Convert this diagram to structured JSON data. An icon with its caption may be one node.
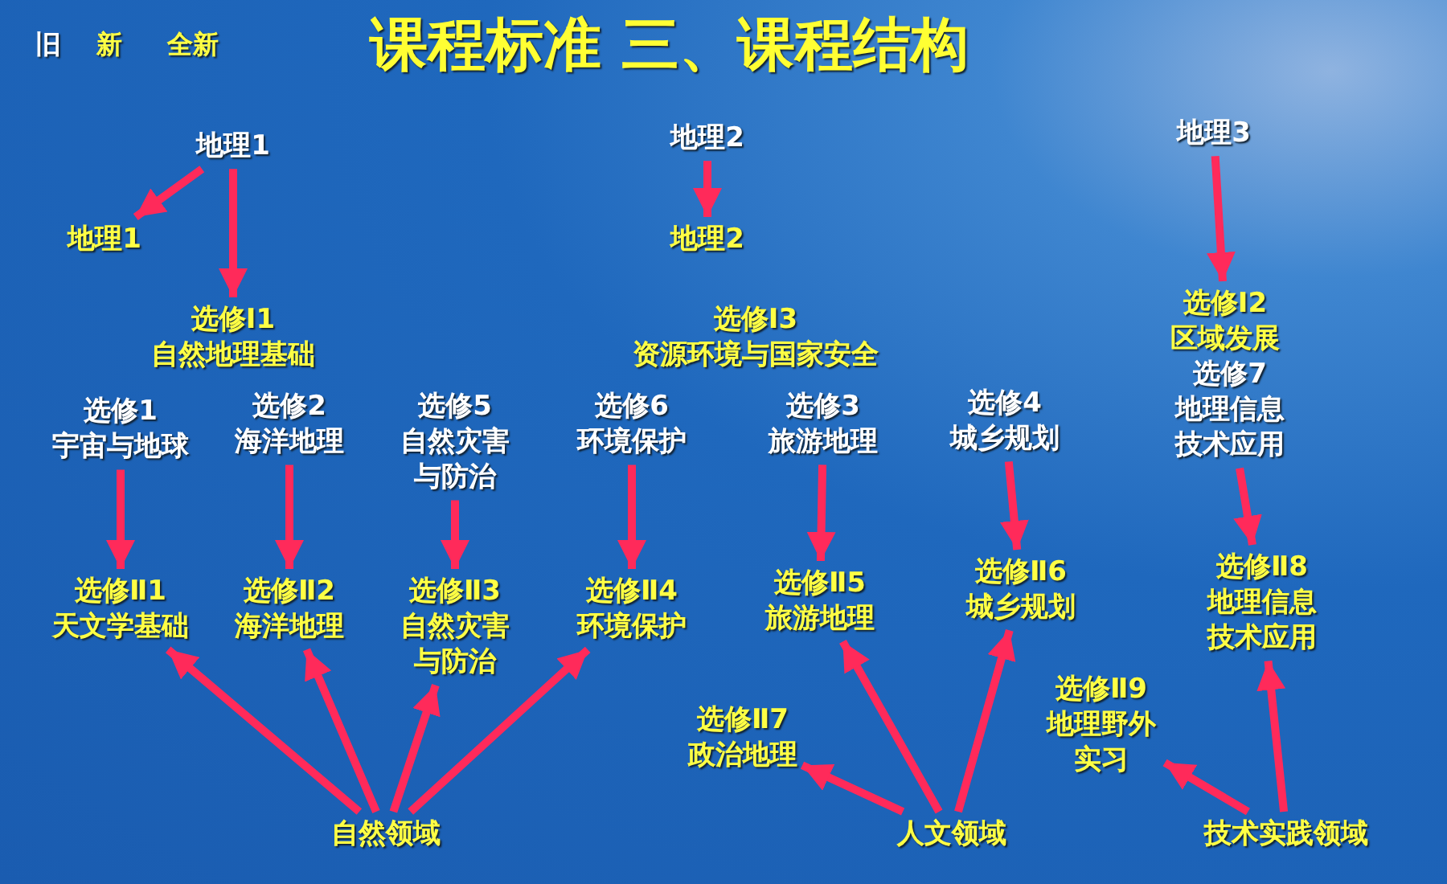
{
  "diagram": {
    "title": "课程标准 三、课程结构",
    "nodes": [
      {
        "text": [
          "地理1"
        ]
      },
      {
        "text": [
          "地理1"
        ]
      },
      {
        "text": [
          "选修Ⅰ1",
          "自然地理基础"
        ]
      },
      {
        "text": [
          "地理2"
        ]
      },
      {
        "text": [
          "地理2"
        ]
      },
      {
        "text": [
          "选修Ⅰ3",
          "资源环境与国家安全"
        ]
      },
      {
        "text": [
          "地理3"
        ]
      },
      {
        "text": [
          "选修Ⅰ2",
          "区域发展"
        ]
      },
      {
        "text": [
          "选修7",
          "地理信息技术应用"
        ]
      },
      {
        "text": [
          "选修1",
          "宇宙与地球"
        ]
      },
      {
        "text": [
          "选修2",
          "海洋地理"
        ]
      },
      {
        "text": [
          "选修5",
          "自然灾害与防治"
        ]
      },
      {
        "text": [
          "选修6",
          "环境保护"
        ]
      },
      {
        "text": [
          "选修3",
          "旅游地理"
        ]
      },
      {
        "text": [
          "选修4",
          "城乡规划"
        ]
      },
      {
        "text": [
          "选修Ⅱ1",
          "天文学基础"
        ]
      },
      {
        "text": [
          "选修Ⅱ2",
          "海洋地理"
        ]
      },
      {
        "text": [
          "选修Ⅱ3",
          "自然灾害与防治"
        ]
      },
      {
        "text": [
          "选修Ⅱ4",
          "环境保护"
        ]
      },
      {
        "text": [
          "选修Ⅱ5",
          "旅游地理"
        ]
      },
      {
        "text": [
          "选修Ⅱ6",
          "城乡规划"
        ]
      },
      {
        "text": [
          "选修Ⅱ8",
          "地理信息技术应用"
        ]
      },
      {
        "text": [
          "选修Ⅱ7",
          "政治地理"
        ]
      },
      {
        "text": [
          "选修Ⅱ9",
          "地理野外实习"
        ]
      },
      {
        "text": [
          "自然领域"
        ]
      },
      {
        "text": [
          "人文领域"
        ]
      },
      {
        "text": [
          "技术实践领域"
        ]
      }
    ],
    "edges": [
      {
        "from": 0,
        "to": 1,
        "arrow": "to"
      },
      {
        "from": 0,
        "to": 2,
        "arrow": "to"
      },
      {
        "from": 3,
        "to": 4,
        "arrow": "to"
      },
      {
        "from": 6,
        "to": 7,
        "arrow": "to"
      },
      {
        "from": 9,
        "to": 15,
        "arrow": "to"
      },
      {
        "from": 10,
        "to": 16,
        "arrow": "to"
      },
      {
        "from": 11,
        "to": 17,
        "arrow": "to"
      },
      {
        "from": 12,
        "to": 18,
        "arrow": "to"
      },
      {
        "from": 13,
        "to": 19,
        "arrow": "to"
      },
      {
        "from": 14,
        "to": 20,
        "arrow": "to"
      },
      {
        "from": 8,
        "to": 21,
        "arrow": "to"
      },
      {
        "from": 24,
        "to": 15,
        "arrow": "to"
      },
      {
        "from": 24,
        "to": 16,
        "arrow": "to"
      },
      {
        "from": 24,
        "to": 17,
        "arrow": "to"
      },
      {
        "from": 24,
        "to": 18,
        "arrow": "to"
      },
      {
        "from": 25,
        "to": 22,
        "arrow": "to"
      },
      {
        "from": 25,
        "to": 19,
        "arrow": "to"
      },
      {
        "from": 25,
        "to": 20,
        "arrow": "to"
      },
      {
        "from": 26,
        "to": 23,
        "arrow": "to"
      },
      {
        "from": 26,
        "to": 21,
        "arrow": "to"
      }
    ],
    "labels": [
      "旧",
      "新",
      "全新"
    ]
  }
}
